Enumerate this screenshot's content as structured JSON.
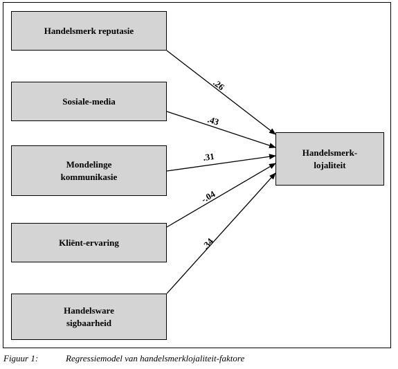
{
  "predictors": [
    {
      "id": "reputasie",
      "lines": [
        "Handelsmerk reputasie"
      ],
      "coefficient": ".26"
    },
    {
      "id": "sosiale-media",
      "lines": [
        "Sosiale-media"
      ],
      "coefficient": ".43"
    },
    {
      "id": "mondelinge",
      "lines": [
        "Mondelinge",
        "kommunikasie"
      ],
      "coefficient": ".31"
    },
    {
      "id": "klient-ervaring",
      "lines": [
        "Kliënt-ervaring"
      ],
      "coefficient": "-.04"
    },
    {
      "id": "sigbaarheid",
      "lines": [
        "Handelsware",
        "sigbaarheid"
      ],
      "coefficient": ".34"
    }
  ],
  "outcome": {
    "lines": [
      "Handelsmerk-",
      "lojaliteit"
    ]
  },
  "caption": {
    "label": "Figuur 1:",
    "text": "Regressiemodel van handelsmerklojaliteit-faktore"
  },
  "colors": {
    "box_fill": "#d4d4d4",
    "border": "#000000"
  }
}
